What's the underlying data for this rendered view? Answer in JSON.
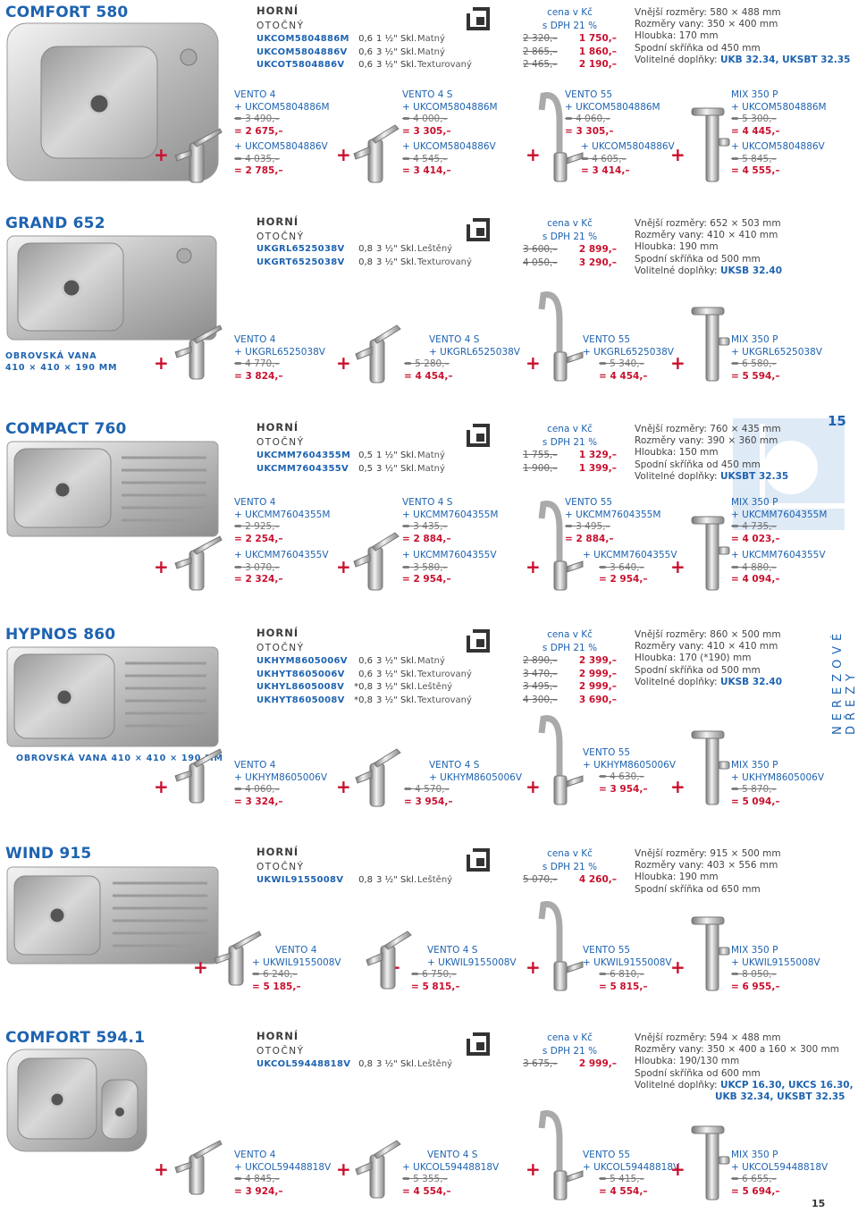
{
  "page_number": "15",
  "side_label": "NEREZOVÉ DŘEZY",
  "mount": {
    "top": "HORNÍ",
    "rotary": "OTOČNÝ"
  },
  "price_header": {
    "line1": "cena v Kč",
    "line2": "s DPH 21 %"
  },
  "products": [
    {
      "title": "COMFORT 580",
      "codes": [
        {
          "code": "UKCOM5804886M",
          "thickness": "0,6",
          "size": "1 ½\"",
          "unit": "Skl.",
          "finish": "Matný",
          "old": "2 320,–",
          "new": "1 750,–"
        },
        {
          "code": "UKCOM5804886V",
          "thickness": "0,6",
          "size": "3 ½\"",
          "unit": "Skl.",
          "finish": "Matný",
          "old": "2 865,–",
          "new": "1 860,–"
        },
        {
          "code": "UKCOT5804886V",
          "thickness": "0,6",
          "size": "3 ½\"",
          "unit": "Skl.",
          "finish": "Texturovaný",
          "old": "2 465,–",
          "new": "2 190,–"
        }
      ],
      "dims": [
        "Vnější rozměry: 580 × 488 mm",
        "Rozměry vany: 350 × 400 mm",
        "Hloubka: 170 mm",
        "Spodní skříňka od 450 mm"
      ],
      "options_label": "Volitelné doplňky:",
      "options": "UKB 32.34, UKSBT 32.35"
    },
    {
      "title": "GRAND 652",
      "codes": [
        {
          "code": "UKGRL6525038V",
          "thickness": "0,8",
          "size": "3 ½\"",
          "unit": "Skl.",
          "finish": "Leštěný",
          "old": "3 600,–",
          "new": "2 899,–"
        },
        {
          "code": "UKGRT6525038V",
          "thickness": "0,8",
          "size": "3 ½\"",
          "unit": "Skl.",
          "finish": "Texturovaný",
          "old": "4 050,–",
          "new": "3 290,–"
        }
      ],
      "dims": [
        "Vnější rozměry: 652 × 503 mm",
        "Rozměry vany: 410 × 410 mm",
        "Hloubka: 190 mm",
        "Spodní skříňka od 500 mm"
      ],
      "options_label": "Volitelné doplňky:",
      "options": "UKSB 32.40",
      "note": [
        "OBROVSKÁ VANA",
        "410 × 410 × 190 MM"
      ]
    },
    {
      "title": "COMPACT 760",
      "codes": [
        {
          "code": "UKCMM7604355M",
          "thickness": "0,5",
          "size": "1 ½\"",
          "unit": "Skl.",
          "finish": "Matný",
          "old": "1 755,–",
          "new": "1 329,–"
        },
        {
          "code": "UKCMM7604355V",
          "thickness": "0,5",
          "size": "3 ½\"",
          "unit": "Skl.",
          "finish": "Matný",
          "old": "1 900,–",
          "new": "1 399,–"
        }
      ],
      "dims": [
        "Vnější rozměry: 760 × 435 mm",
        "Rozměry vany: 390 × 360 mm",
        "Hloubka: 150 mm",
        "Spodní skříňka od 450 mm"
      ],
      "options_label": "Volitelné doplňky:",
      "options": "UKSBT 32.35"
    },
    {
      "title": "HYPNOS 860",
      "codes": [
        {
          "code": "UKHYM8605006V",
          "thickness": "0,6",
          "size": "3 ½\"",
          "unit": "Skl.",
          "finish": "Matný",
          "old": "2 890,–",
          "new": "2 399,–"
        },
        {
          "code": "UKHYT8605006V",
          "thickness": "0,6",
          "size": "3 ½\"",
          "unit": "Skl.",
          "finish": "Texturovaný",
          "old": "3 470,–",
          "new": "2 999,–"
        },
        {
          "code": "UKHYL8605008V",
          "thickness": "*0,8",
          "size": "3 ½\"",
          "unit": "Skl.",
          "finish": "Leštěný",
          "old": "3 495,–",
          "new": "2 999,–"
        },
        {
          "code": "UKHYT8605008V",
          "thickness": "*0,8",
          "size": "3 ½\"",
          "unit": "Skl.",
          "finish": "Texturovaný",
          "old": "4 300,–",
          "new": "3 690,–"
        }
      ],
      "dims": [
        "Vnější rozměry: 860 × 500 mm",
        "Rozměry vany: 410 × 410 mm",
        "Hloubka: 170 (*190) mm",
        "Spodní skříňka od 500 mm"
      ],
      "options_label": "Volitelné doplňky:",
      "options": "UKSB 32.40",
      "note": [
        "OBROVSKÁ VANA 410 × 410 × 190 MM"
      ]
    },
    {
      "title": "WIND 915",
      "codes": [
        {
          "code": "UKWIL9155008V",
          "thickness": "0,8",
          "size": "3 ½\"",
          "unit": "Skl.",
          "finish": "Leštěný",
          "old": "5 070,–",
          "new": "4 260,–"
        }
      ],
      "dims": [
        "Vnější rozměry: 915 × 500 mm",
        "Rozměry vany: 403 × 556 mm",
        "Hloubka: 190 mm",
        "Spodní skříňka od 650 mm"
      ]
    },
    {
      "title": "COMFORT 594.1",
      "codes": [
        {
          "code": "UKCOL59448818V",
          "thickness": "0,8",
          "size": "3 ½\"",
          "unit": "Skl.",
          "finish": "Leštěný",
          "old": "3 675,–",
          "new": "2 999,–"
        }
      ],
      "dims": [
        "Vnější rozměry: 594 × 488 mm",
        "Rozměry vany: 350 × 400 a 160 × 300 mm",
        "Hloubka: 190/130 mm",
        "Spodní skříňka od 600 mm"
      ],
      "options_label": "Volitelné doplňky:",
      "options": "UKCP 16.30, UKCS 16.30,",
      "options2": "UKB 32.34, UKSBT 32.35"
    }
  ],
  "combos": [
    {
      "name": "VENTO 4",
      "code": "+ UKCOM5804886M",
      "old": "= 3 490,–",
      "new": "= 2 675,–"
    },
    {
      "name": "VENTO 4 S",
      "code": "+ UKCOM5804886M",
      "old": "= 4 000,–",
      "new": "= 3 305,–"
    },
    {
      "name": "VENTO 55",
      "code": "+ UKCOM5804886M",
      "old": "= 4 060,–",
      "new": "= 3 305,–"
    },
    {
      "name": "MIX 350 P",
      "code": "+ UKCOM5804886M",
      "old": "= 5 300,–",
      "new": "= 4 445,–"
    },
    {
      "code": "+ UKCOM5804886V",
      "old": "= 4 035,–",
      "new": "= 2 785,–"
    },
    {
      "code": "+ UKCOM5804886V",
      "old": "= 4 545,–",
      "new": "= 3 414,–"
    },
    {
      "code": "+ UKCOM5804886V",
      "old": "= 4 605,–",
      "new": "= 3 414,–"
    },
    {
      "code": "+ UKCOM5804886V",
      "old": "= 5 845,–",
      "new": "= 4 555,–"
    },
    {
      "name": "VENTO 4",
      "code": "+ UKGRL6525038V",
      "old": "= 4 770,–",
      "new": "= 3 824,–"
    },
    {
      "name": "VENTO 4 S",
      "code": "+ UKGRL6525038V",
      "old": "= 5 280,–",
      "new": "= 4 454,–"
    },
    {
      "name": "VENTO 55",
      "code": "+ UKGRL6525038V",
      "old": "= 5 340,–",
      "new": "= 4 454,–"
    },
    {
      "name": "MIX 350 P",
      "code": "+ UKGRL6525038V",
      "old": "= 6 580,–",
      "new": "= 5 594,–"
    },
    {
      "name": "VENTO 4",
      "code": "+ UKCMM7604355M",
      "old": "= 2 925,–",
      "new": "= 2 254,–"
    },
    {
      "name": "VENTO 4 S",
      "code": "+ UKCMM7604355M",
      "old": "= 3 435,–",
      "new": "= 2 884,–"
    },
    {
      "name": "VENTO 55",
      "code": "+ UKCMM7604355M",
      "old": "= 3 495,–",
      "new": "= 2 884,–"
    },
    {
      "name": "MIX 350 P",
      "code": "+ UKCMM7604355M",
      "old": "= 4 735,–",
      "new": "= 4 023,–"
    },
    {
      "code": "+ UKCMM7604355V",
      "old": "= 3 070,–",
      "new": "= 2 324,–"
    },
    {
      "code": "+ UKCMM7604355V",
      "old": "= 3 580,–",
      "new": "= 2 954,–"
    },
    {
      "code": "+ UKCMM7604355V",
      "old": "= 3 640,–",
      "new": "= 2 954,–"
    },
    {
      "code": "+ UKCMM7604355V",
      "old": "= 4 880,–",
      "new": "= 4 094,–"
    },
    {
      "name": "VENTO 4",
      "code": "+ UKHYM8605006V",
      "old": "= 4 060,–",
      "new": "= 3 324,–"
    },
    {
      "name": "VENTO 4 S",
      "code": "+ UKHYM8605006V",
      "old": "= 4 570,–",
      "new": "= 3 954,–"
    },
    {
      "name": "VENTO 55",
      "code": "+ UKHYM8605006V",
      "old": "= 4 630,–",
      "new": "= 3 954,–"
    },
    {
      "name": "MIX 350 P",
      "code": "+ UKHYM8605006V",
      "old": "= 5 870,–",
      "new": "= 5 094,–"
    },
    {
      "name": "VENTO 4",
      "code": "+ UKWIL9155008V",
      "old": "= 6 240,–",
      "new": "= 5 185,–"
    },
    {
      "name": "VENTO 4 S",
      "code": "+ UKWIL9155008V",
      "old": "= 6 750,–",
      "new": "= 5 815,–"
    },
    {
      "name": "VENTO 55",
      "code": "+ UKWIL9155008V",
      "old": "= 6 810,–",
      "new": "= 5 815,–"
    },
    {
      "name": "MIX 350 P",
      "code": "+ UKWIL9155008V",
      "old": "= 8 050,–",
      "new": "= 6 955,–"
    },
    {
      "name": "VENTO 4",
      "code": "+ UKCOL59448818V",
      "old": "= 4 845,–",
      "new": "= 3 924,–"
    },
    {
      "name": "VENTO 4 S",
      "code": "+ UKCOL59448818V",
      "old": "= 5 355,–",
      "new": "= 4 554,–"
    },
    {
      "name": "VENTO 55",
      "code": "+ UKCOL59448818V",
      "old": "= 5 415,–",
      "new": "= 4 554,–"
    },
    {
      "name": "MIX 350 P",
      "code": "+ UKCOL59448818V",
      "old": "= 6 655,–",
      "new": "= 5 694,–"
    }
  ]
}
